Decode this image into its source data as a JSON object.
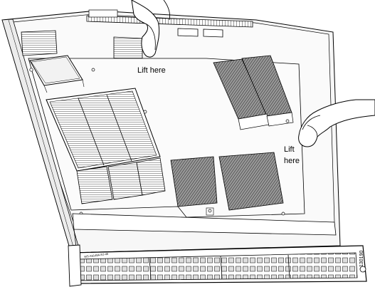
{
  "figure": {
    "labels": {
      "lift_top": "Lift here",
      "lift_right_line1": "Lift",
      "lift_right_line2": "here"
    },
    "figure_number": "130190",
    "panel_text": "WS-X6148A-RJ-45"
  },
  "colors": {
    "stroke": "#000000",
    "background": "#ffffff",
    "board": "#f4f4f4",
    "heatsink_dark": "#555555"
  }
}
